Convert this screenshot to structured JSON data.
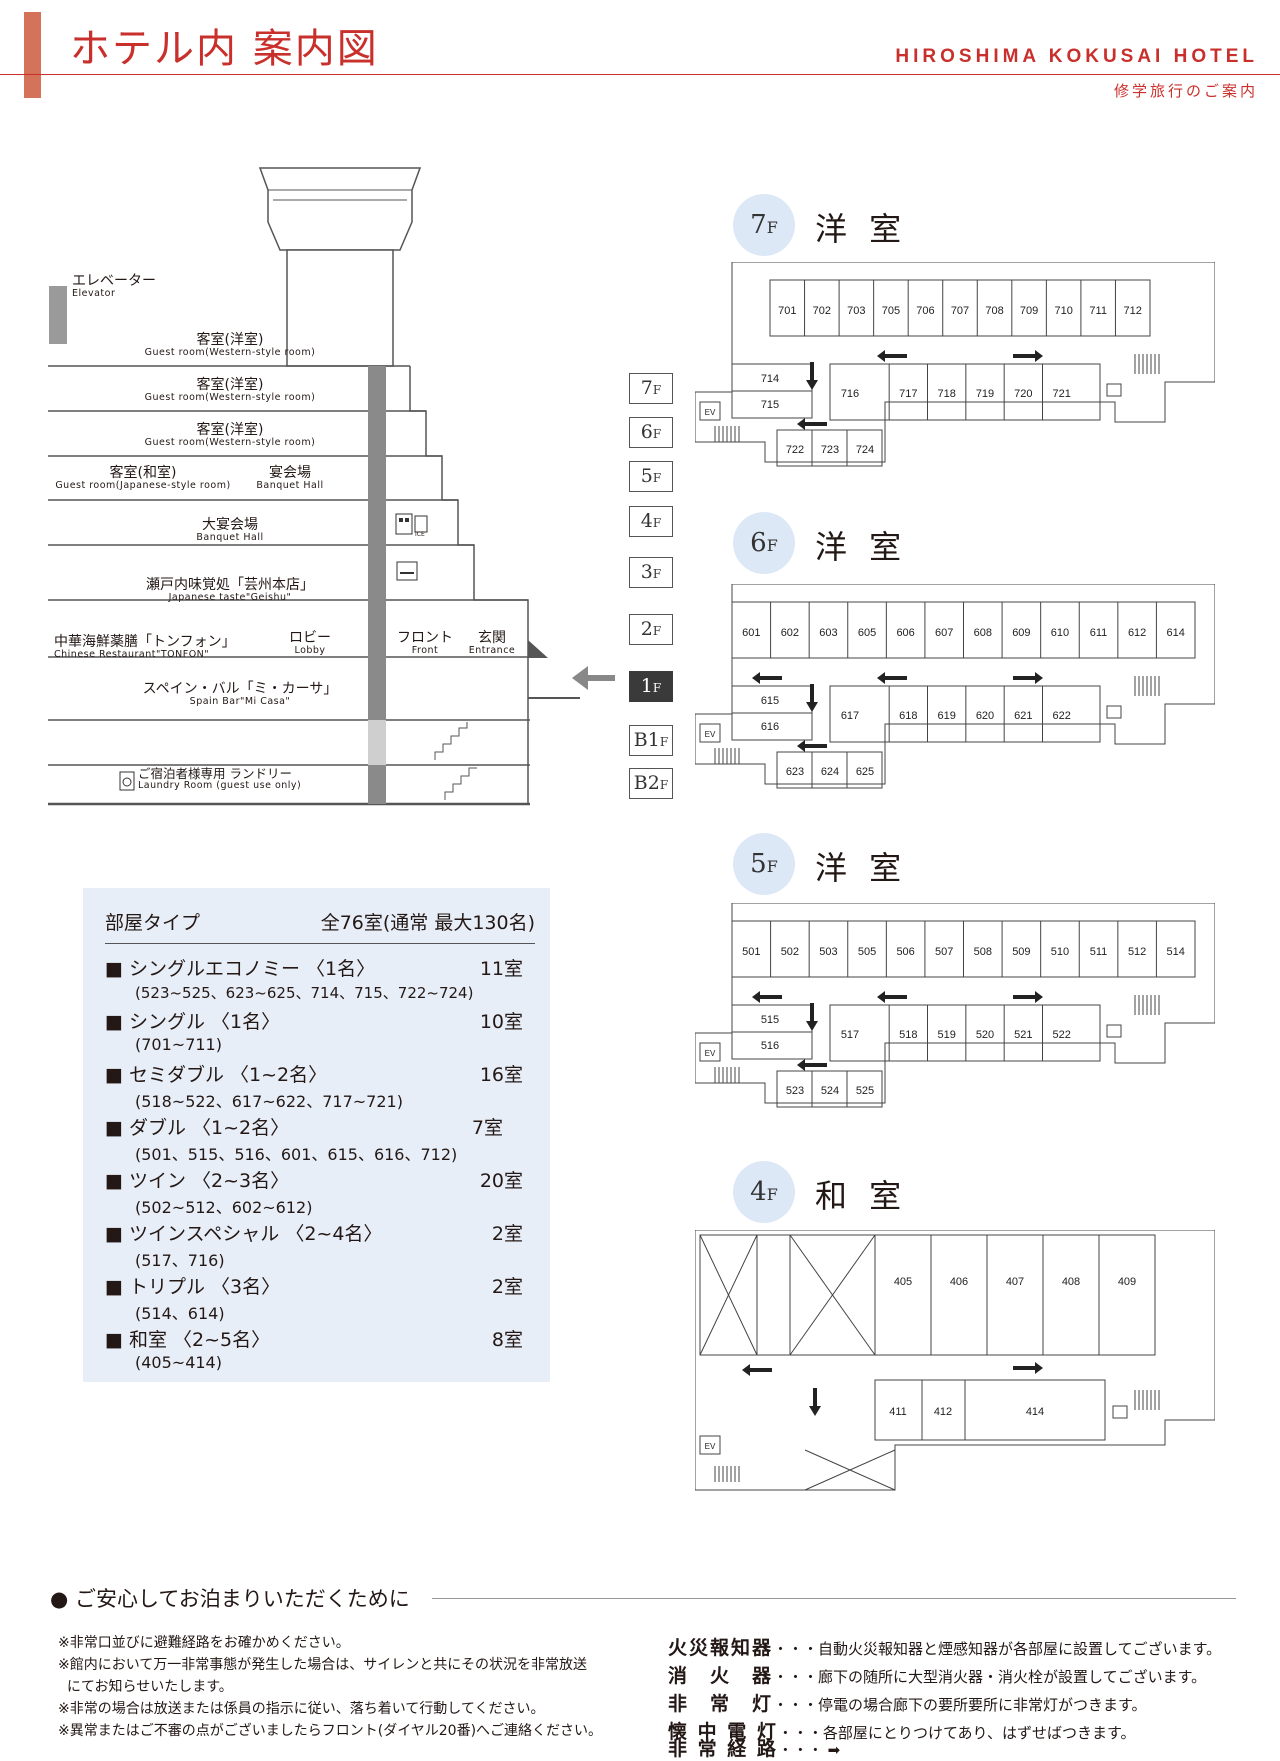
{
  "header": {
    "title": "ホテル内 案内図",
    "hotel_name": "HIROSHIMA KOKUSAI HOTEL",
    "subtitle": "修学旅行のご案内"
  },
  "section": {
    "elevator": {
      "jp": "エレベーター",
      "en": "Elevator"
    },
    "floors": [
      {
        "id": "7F",
        "num": "7",
        "jp": "客室(洋室)",
        "en": "Guest room(Western-style room)"
      },
      {
        "id": "6F",
        "num": "6",
        "jp": "客室(洋室)",
        "en": "Guest room(Western-style room)"
      },
      {
        "id": "5F",
        "num": "5",
        "jp": "客室(洋室)",
        "en": "Guest room(Western-style room)"
      },
      {
        "id": "4F",
        "num": "4",
        "jp": "客室(和室)",
        "en": "Guest room(Japanese-style room)",
        "jp2": "宴会場",
        "en2": "Banquet Hall"
      },
      {
        "id": "3F",
        "num": "3",
        "jp": "大宴会場",
        "en": "Banquet Hall"
      },
      {
        "id": "2F",
        "num": "2",
        "jp": "瀬戸内味覚処「芸州本店」",
        "en": "Japanese taste\"Geishu\""
      },
      {
        "id": "1F",
        "num": "1",
        "jp": "中華海鮮薬膳「トンフォン」",
        "en": "Chinese Restaurant\"TONFON\"",
        "jp2": "ロビー",
        "en2": "Lobby",
        "jp3": "フロント",
        "en3": "Front",
        "jp4": "玄関",
        "en4": "Entrance"
      },
      {
        "id": "B1F",
        "num": "B1",
        "jp": "スペイン・バル「ミ・カーサ」",
        "en": "Spain Bar\"Mi Casa\""
      },
      {
        "id": "B2F",
        "num": "B2",
        "jp": "ご宿泊者様専用 ランドリー",
        "en": "Laundry Room (guest use only)"
      }
    ],
    "floor_suffix": "F",
    "current_floor": "1F",
    "ice_label": "ICE"
  },
  "room_types": {
    "title": "部屋タイプ",
    "total": "全76室(通常 最大130名)",
    "items": [
      {
        "name": "■ シングルエコノミー 〈1名〉",
        "count": "11室",
        "rooms": "(523~525、623~625、714、715、722~724)"
      },
      {
        "name": "■ シングル 〈1名〉",
        "count": "10室",
        "rooms": "(701~711)"
      },
      {
        "name": "■ セミダブル 〈1~2名〉",
        "count": "16室",
        "rooms": "(518~522、617~622、717~721)"
      },
      {
        "name": "■ ダブル 〈1~2名〉",
        "count": "7室",
        "rooms": "(501、515、516、601、615、616、712)"
      },
      {
        "name": "■ ツイン 〈2~3名〉",
        "count": "20室",
        "rooms": "(502~512、602~612)"
      },
      {
        "name": "■ ツインスペシャル 〈2~4名〉",
        "count": "2室",
        "rooms": "(517、716)"
      },
      {
        "name": "■ トリプル 〈3名〉",
        "count": "2室",
        "rooms": "(514、614)"
      },
      {
        "name": "■ 和室 〈2~5名〉",
        "count": "8室",
        "rooms": "(405~414)"
      }
    ]
  },
  "plans": [
    {
      "num": "7",
      "suffix": "F",
      "label": "洋 室",
      "top_rooms": [
        "701",
        "702",
        "703",
        "705",
        "706",
        "707",
        "708",
        "709",
        "710",
        "711",
        "712"
      ],
      "mid_rooms": [
        "716",
        "717",
        "718",
        "719",
        "720",
        "721"
      ],
      "left_rooms": [
        "714",
        "715"
      ],
      "bottom_rooms": [
        "722",
        "723",
        "724"
      ]
    },
    {
      "num": "6",
      "suffix": "F",
      "label": "洋 室",
      "top_rooms": [
        "601",
        "602",
        "603",
        "605",
        "606",
        "607",
        "608",
        "609",
        "610",
        "611",
        "612",
        "614"
      ],
      "mid_rooms": [
        "617",
        "618",
        "619",
        "620",
        "621",
        "622"
      ],
      "left_rooms": [
        "615",
        "616"
      ],
      "bottom_rooms": [
        "623",
        "624",
        "625"
      ]
    },
    {
      "num": "5",
      "suffix": "F",
      "label": "洋 室",
      "top_rooms": [
        "501",
        "502",
        "503",
        "505",
        "506",
        "507",
        "508",
        "509",
        "510",
        "511",
        "512",
        "514"
      ],
      "mid_rooms": [
        "517",
        "518",
        "519",
        "520",
        "521",
        "522"
      ],
      "left_rooms": [
        "515",
        "516"
      ],
      "bottom_rooms": [
        "523",
        "524",
        "525"
      ]
    },
    {
      "num": "4",
      "suffix": "F",
      "label": "和 室",
      "top_rooms": [
        "405",
        "406",
        "407",
        "408",
        "409"
      ],
      "mid_rooms": [
        "411",
        "412",
        "414"
      ],
      "left_rooms": [],
      "bottom_rooms": []
    }
  ],
  "plan_icon_label": "EV",
  "safety": {
    "heading": "● ご安心してお泊まりいただくために",
    "notes": [
      "※非常口並びに避難経路をお確かめください。",
      "※館内において万一非常事態が発生した場合は、サイレンと共にその状況を非常放送",
      "  にてお知らせいたします。",
      "※非常の場合は放送または係員の指示に従い、落ち着いて行動してください。",
      "※異常またはご不審の点がございましたらフロント(ダイヤル20番)へご連絡ください。"
    ],
    "equipment": [
      {
        "key": "火災報知器",
        "text": "・・・自動火災報知器と煙感知器が各部屋に設置してございます。"
      },
      {
        "key": "消　火　器",
        "text": "・・・廊下の随所に大型消火器・消火栓が設置してございます。"
      },
      {
        "key": "非　常　灯",
        "text": "・・・停電の場合廊下の要所要所に非常灯がつきます。"
      },
      {
        "key": "懐 中 電 灯",
        "text": "・・・各部屋にとりつけてあり、はずせばつきます。"
      },
      {
        "key": "非 常 経 路",
        "text": "・・・ ➡"
      }
    ]
  }
}
